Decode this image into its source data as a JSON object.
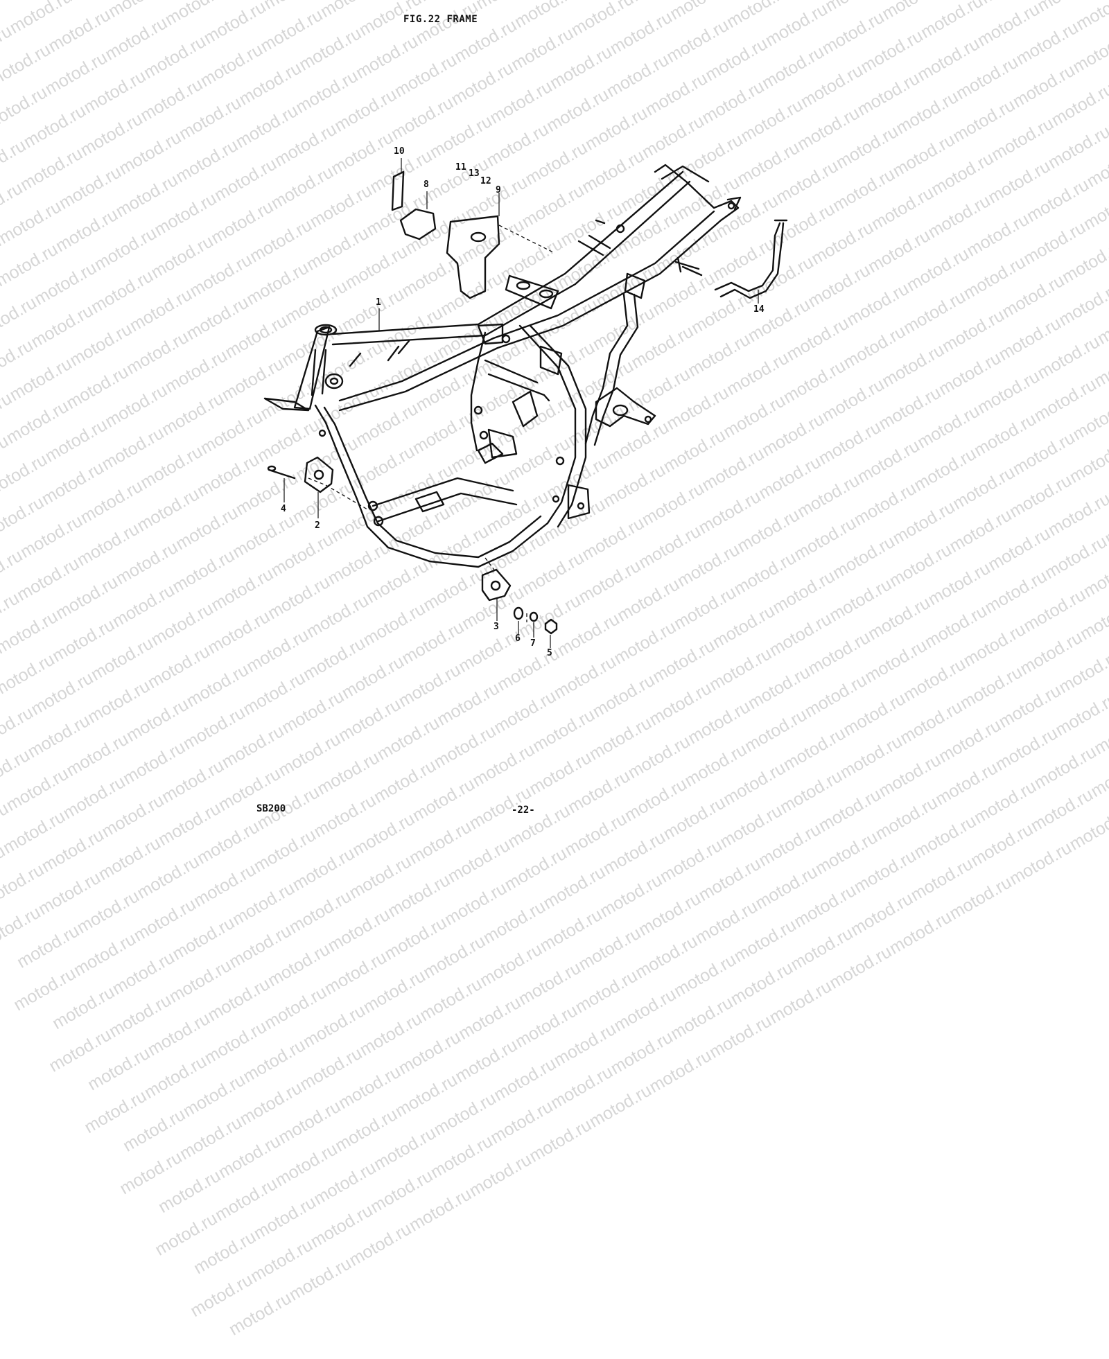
{
  "title": "FIG.22  FRAME",
  "watermark": "motod.ru",
  "footer": {
    "model": "SB200",
    "page": "-22-"
  },
  "callouts": [
    "1",
    "2",
    "3",
    "4",
    "5",
    "6",
    "7",
    "8",
    "9",
    "10",
    "11",
    "12",
    "13",
    "14"
  ],
  "colors": {
    "ink": "#111111",
    "watermark": "#d6d6d6",
    "background": "#ffffff"
  }
}
